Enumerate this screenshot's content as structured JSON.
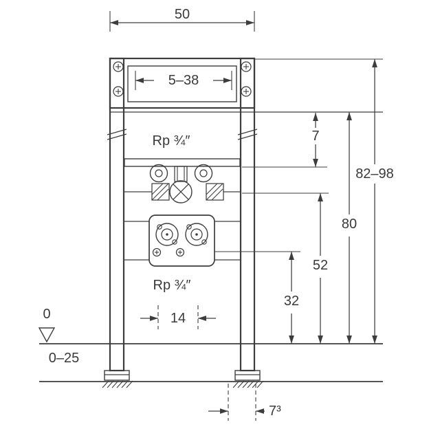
{
  "colors": {
    "ink": "#3d3d3d",
    "background": "#ffffff"
  },
  "labels": {
    "width_top": "50",
    "adjustment_range": "5–38",
    "thread_top": "Rp ¾″",
    "offset_top": "7",
    "height_total_range": "82–98",
    "height_upper": "80",
    "height_mid": "52",
    "height_lower": "32",
    "spacing_connections": "14",
    "datum": "0",
    "floor_finish_range": "0–25",
    "thread_bottom": "Rp ¾″",
    "foot_depth": "7³"
  }
}
